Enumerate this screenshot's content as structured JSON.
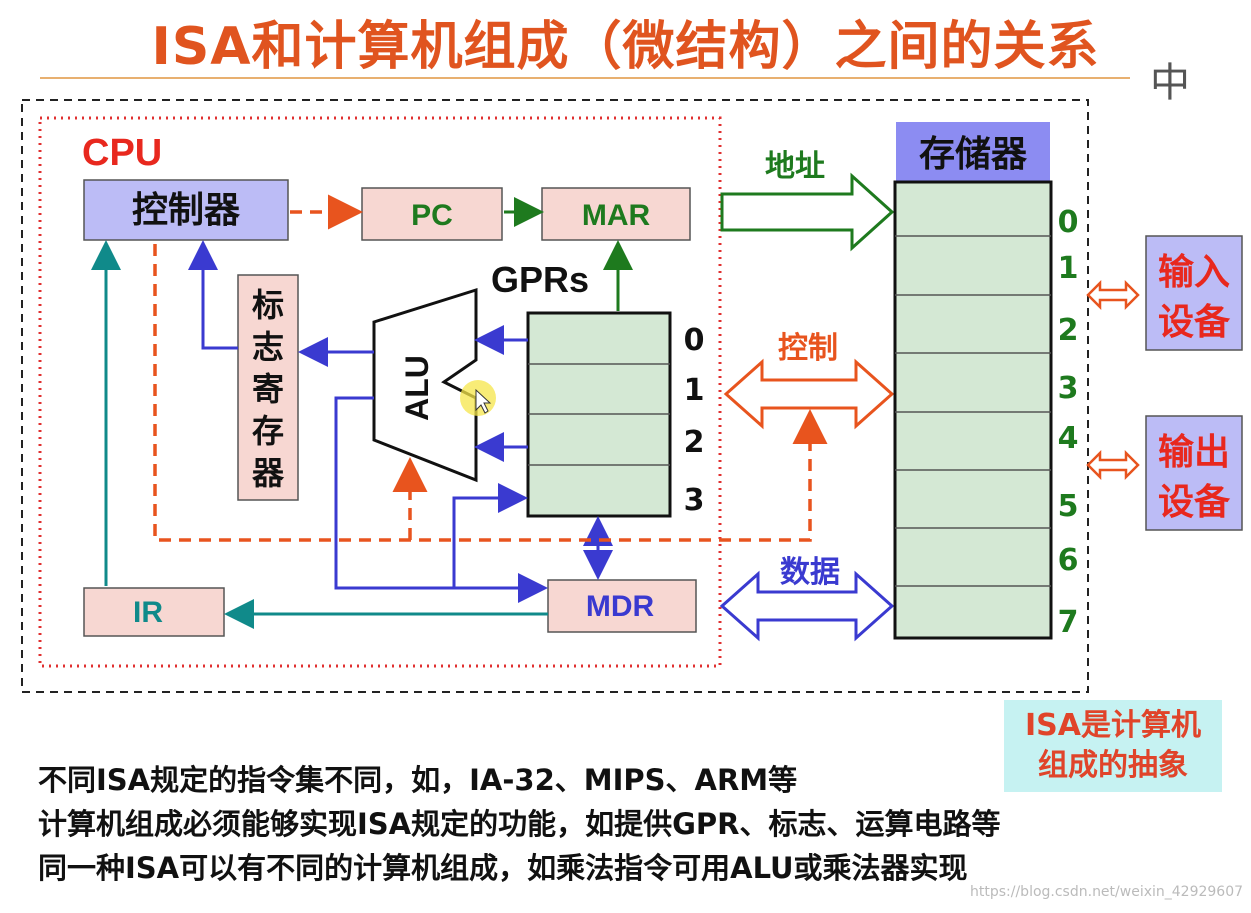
{
  "title": "ISA和计算机组成（微结构）之间的关系",
  "logo_text": "中",
  "cpu_label": "CPU",
  "controller_label": "控制器",
  "pc_label": "PC",
  "mar_label": "MAR",
  "gprs_label": "GPRs",
  "alu_label": "ALU",
  "flags_label": [
    "标",
    "志",
    "寄",
    "存",
    "器"
  ],
  "gpr_indices": [
    "0",
    "1",
    "2",
    "3"
  ],
  "ir_label": "IR",
  "mdr_label": "MDR",
  "memory_label": "存储器",
  "memory_indices": [
    "0",
    "1",
    "2",
    "3",
    "4",
    "5",
    "6",
    "7"
  ],
  "bus_address_label": "地址",
  "bus_control_label": "控制",
  "bus_data_label": "数据",
  "input_device_label": [
    "输入",
    "设备"
  ],
  "output_device_label": [
    "输出",
    "设备"
  ],
  "abstract_note": [
    "ISA是计算机",
    "组成的抽象"
  ],
  "notes": [
    "不同ISA规定的指令集不同，如，IA-32、MIPS、ARM等",
    "计算机组成必须能够实现ISA规定的功能，如提供GPR、标志、运算电路等",
    "同一种ISA可以有不同的计算机组成，如乘法指令可用ALU或乘法器实现"
  ],
  "watermark": "https://blog.csdn.net/weixin_42929607",
  "colors": {
    "title": "#e0541f",
    "cpu_border": "#e03030",
    "block_fill": "#f7d7d2",
    "controller_fill": "#bcbcf6",
    "register_fill": "#d4e8d4",
    "address_bus": "#1e7a1e",
    "control_bus": "#e8541e",
    "data_bus": "#3a3ad0",
    "teal": "#108a8a"
  }
}
